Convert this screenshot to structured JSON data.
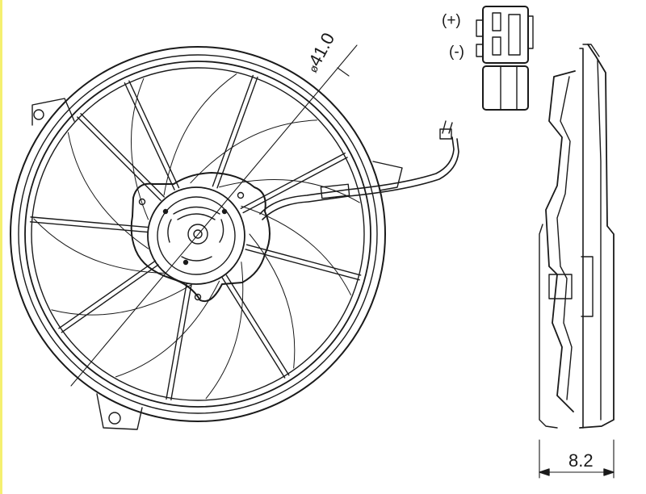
{
  "connector": {
    "positive_label": "(+)",
    "negative_label": "(-)"
  },
  "dimensions": {
    "diameter_symbol": "ø",
    "diameter_value": "41.0",
    "depth_value": "8.2"
  },
  "colors": {
    "line": "#1a1a1a",
    "background": "#ffffff",
    "left_edge_accent": "#f5f070"
  }
}
